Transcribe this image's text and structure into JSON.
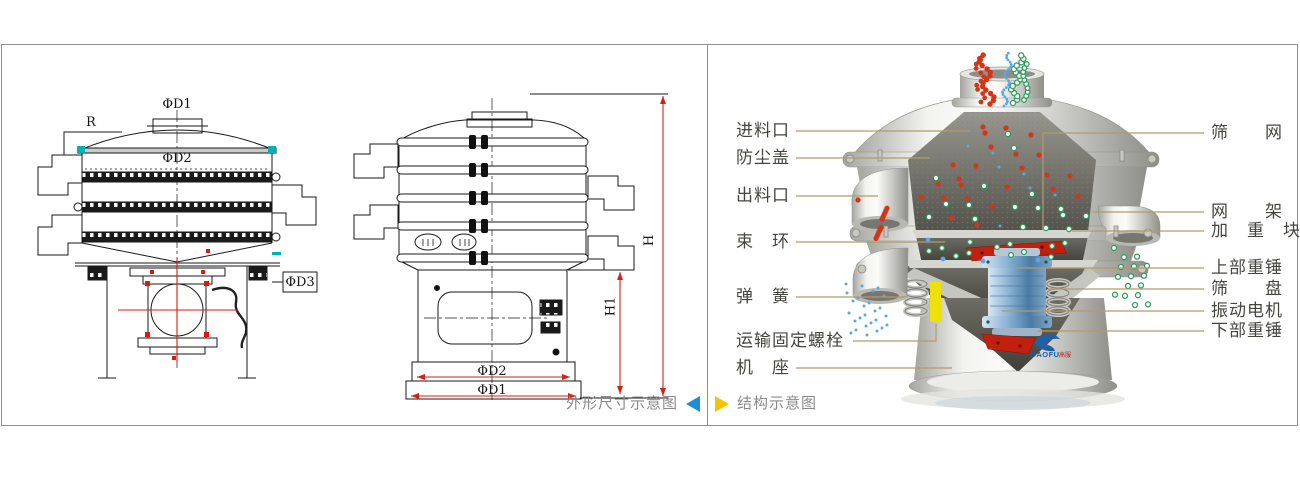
{
  "left_panel": {
    "caption": "外形尺寸示意图",
    "front_view": {
      "dim_d1": "ΦD1",
      "dim_r": "R",
      "dim_d2": "ΦD2",
      "dim_d3": "ΦD3"
    },
    "side_view": {
      "dim_h": "H",
      "dim_h1": "H1",
      "dim_d2": "ΦD2",
      "dim_d1": "ΦD1"
    }
  },
  "right_panel": {
    "caption": "结构示意图",
    "labels_left": [
      "进料口",
      "防尘盖",
      "出料口",
      "束　环",
      "弹　簧",
      "运输固定螺栓",
      "机　座"
    ],
    "labels_right": [
      "筛　　网",
      "网　　架",
      "加　重　块",
      "上部重锤",
      "筛　　盘",
      "振动电机",
      "下部重锤"
    ],
    "logo": {
      "brand": "GAOFU",
      "brand_cn": "高服"
    }
  },
  "colors": {
    "caption_text": "#8a8a8a",
    "arrow_left_blue": "#1e8fd5",
    "arrow_right_yellow": "#f5c400",
    "leader_line": "#b29a68",
    "label_text": "#454540",
    "dim_red": "#d42015",
    "teal_accent": "#00b2b2",
    "particle_red": "#d43418",
    "particle_green": "#2f9e5f",
    "particle_blue": "#5aa7e8",
    "motor_blue": "#5b88b4",
    "bolt_yellow": "#f0e00a"
  }
}
